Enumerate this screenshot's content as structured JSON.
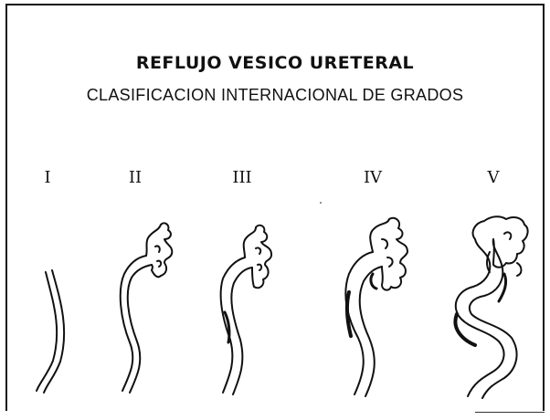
{
  "diagram": {
    "title": "REFLUJO VESICO URETERAL",
    "subtitle": "CLASIFICACION INTERNACIONAL DE GRADOS",
    "grades": [
      {
        "label": "I"
      },
      {
        "label": "II"
      },
      {
        "label": "III"
      },
      {
        "label": "IV"
      },
      {
        "label": "V"
      }
    ],
    "line_color": "#111111"
  }
}
